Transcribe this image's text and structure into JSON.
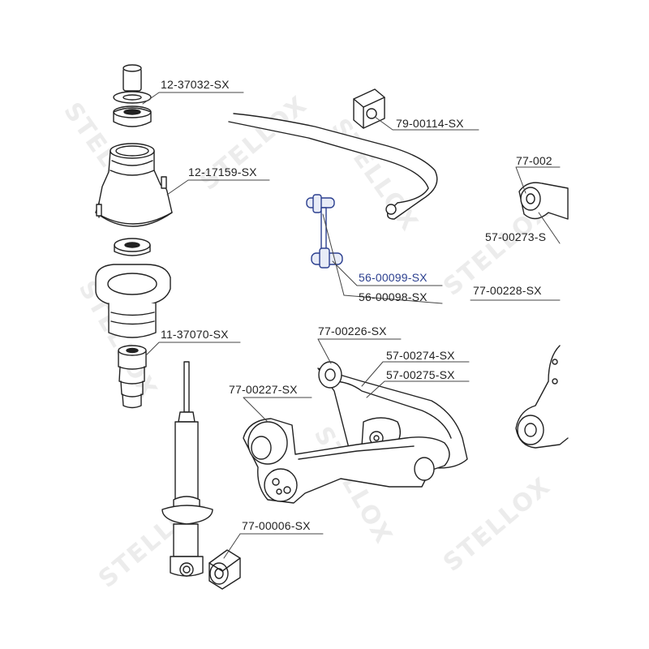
{
  "watermark": {
    "text": "STELLOX"
  },
  "colors": {
    "line": "#222222",
    "highlight": "#2b3f8f",
    "watermark": "#ececec"
  },
  "parts": [
    {
      "id": "strut-mount-bearing",
      "label": "12-37032-SX",
      "highlight": false
    },
    {
      "id": "strut-top-mount",
      "label": "12-17159-SX",
      "highlight": false
    },
    {
      "id": "bump-stop",
      "label": "11-37070-SX",
      "highlight": false
    },
    {
      "id": "stabilizer-bushing",
      "label": "79-00114-SX",
      "highlight": false
    },
    {
      "id": "stabilizer-link-right",
      "label": "56-00099-SX",
      "highlight": true
    },
    {
      "id": "stabilizer-link-left",
      "label": "56-00098-SX",
      "highlight": false
    },
    {
      "id": "upper-arm-bushing",
      "label": "77-00226-SX",
      "highlight": false
    },
    {
      "id": "upper-arm-a",
      "label": "57-00274-SX",
      "highlight": false
    },
    {
      "id": "upper-arm-b",
      "label": "57-00275-SX",
      "highlight": false
    },
    {
      "id": "lower-arm-bushing",
      "label": "77-00227-SX",
      "highlight": false
    },
    {
      "id": "shock-bushing",
      "label": "77-00006-SX",
      "highlight": false
    },
    {
      "id": "rear-bushing-cut",
      "label": "77-002",
      "highlight": false
    },
    {
      "id": "rear-arm",
      "label": "57-00273-S",
      "highlight": false
    },
    {
      "id": "rear-bushing-2",
      "label": "77-00228-SX",
      "highlight": false
    }
  ]
}
